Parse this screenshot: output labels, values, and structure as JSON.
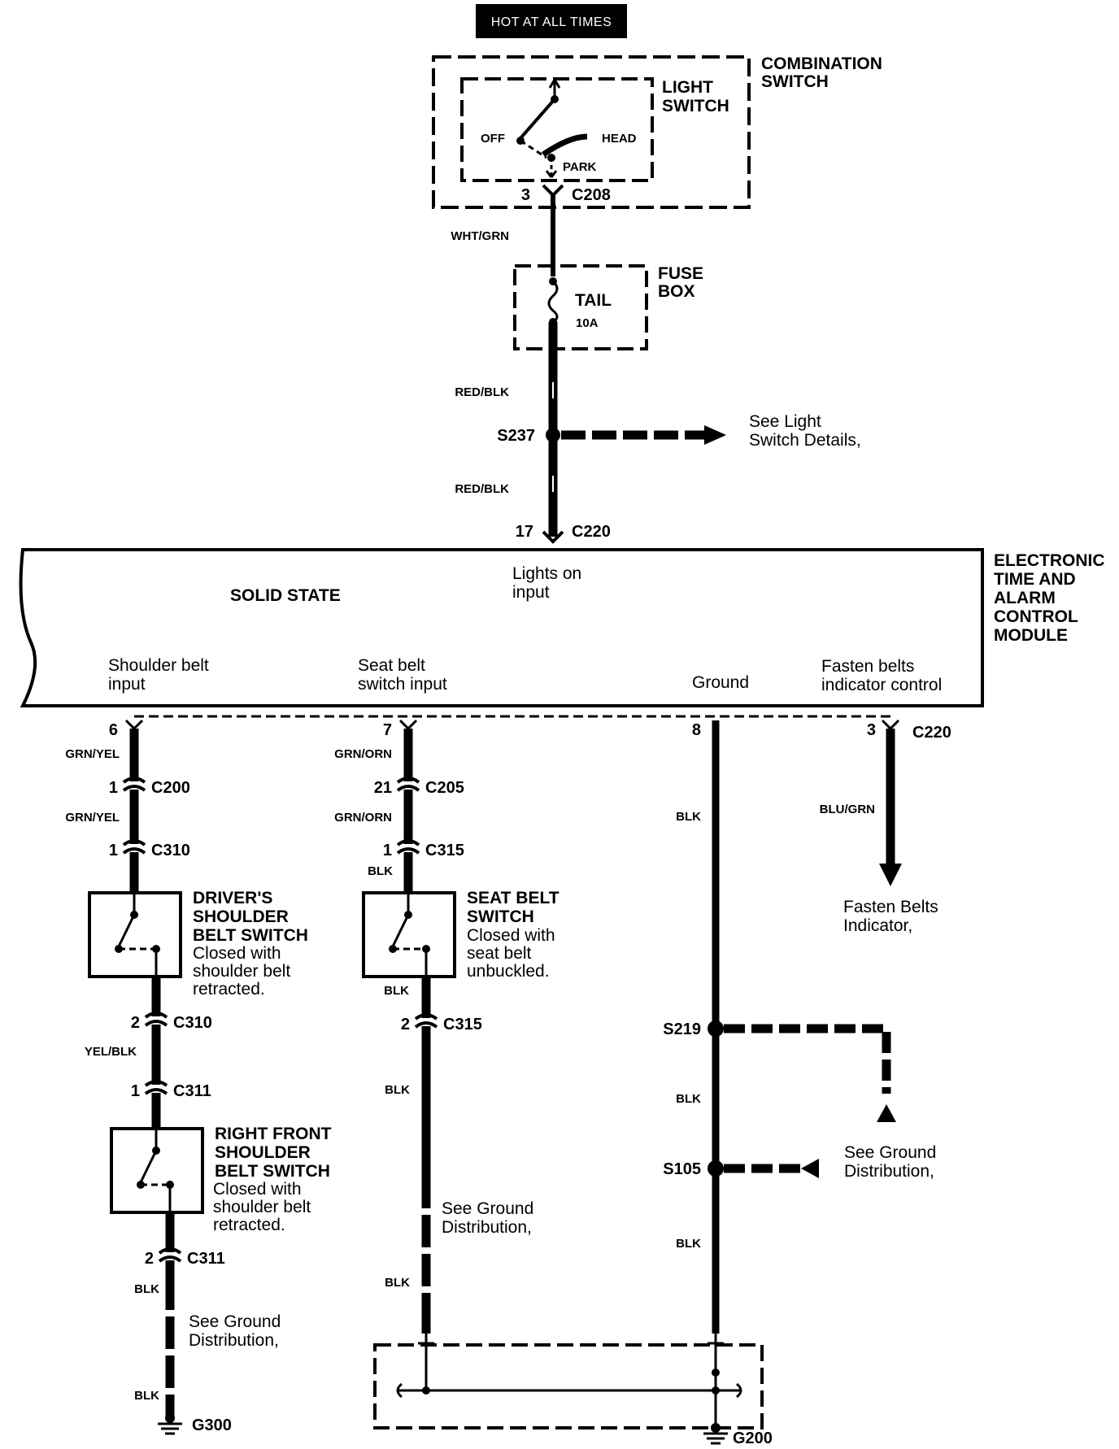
{
  "header": {
    "power_label": "HOT AT ALL TIMES"
  },
  "combination_switch": {
    "title_line1": "COMBINATION",
    "title_line2": "SWITCH",
    "light_switch_line1": "LIGHT",
    "light_switch_line2": "SWITCH",
    "pos_off": "OFF",
    "pos_head": "HEAD",
    "pos_park": "PARK",
    "pin": "3",
    "connector": "C208"
  },
  "fuse_box": {
    "title_line1": "FUSE",
    "title_line2": "BOX",
    "fuse_name": "TAIL",
    "fuse_rating": "10A"
  },
  "wires": {
    "wht_grn": "WHT/GRN",
    "red_blk_1": "RED/BLK",
    "red_blk_2": "RED/BLK",
    "grn_yel_1": "GRN/YEL",
    "grn_yel_2": "GRN/YEL",
    "grn_orn_1": "GRN/ORN",
    "grn_orn_2": "GRN/ORN",
    "blk_c315": "BLK",
    "blk_seat_out": "BLK",
    "blk_seat_mid": "BLK",
    "blk_seat_low": "BLK",
    "yel_blk": "YEL/BLK",
    "blk_right_1": "BLK",
    "blk_right_2": "BLK",
    "blk_gnd_1": "BLK",
    "blk_gnd_2": "BLK",
    "blk_gnd_3": "BLK",
    "blu_grn": "BLU/GRN"
  },
  "splices": {
    "s237": "S237",
    "s219": "S219",
    "s105": "S105",
    "s237_ref_line1": "See Light",
    "s237_ref_line2": "Switch Details,"
  },
  "module": {
    "top_pin": "17",
    "top_connector": "C220",
    "name_line1": "ELECTRONIC",
    "name_line2": "TIME AND",
    "name_line3": "ALARM",
    "name_line4": "CONTROL",
    "name_line5": "MODULE",
    "solid_state": "SOLID STATE",
    "lights_on_line1": "Lights on",
    "lights_on_line2": "input",
    "shoulder_line1": "Shoulder belt",
    "shoulder_line2": "input",
    "seatbelt_line1": "Seat belt",
    "seatbelt_line2": "switch input",
    "ground": "Ground",
    "fasten_line1": "Fasten belts",
    "fasten_line2": "indicator control",
    "pin_shoulder": "6",
    "pin_seatbelt": "7",
    "pin_ground": "8",
    "pin_fasten": "3",
    "bottom_connector": "C220"
  },
  "connectors": {
    "c200_pin": "1",
    "c200": "C200",
    "c310a_pin": "1",
    "c310a": "C310",
    "c205_pin": "21",
    "c205": "C205",
    "c315a_pin": "1",
    "c315a": "C315",
    "c310b_pin": "2",
    "c310b": "C310",
    "c315b_pin": "2",
    "c315b": "C315",
    "c311a_pin": "1",
    "c311a": "C311",
    "c311b_pin": "2",
    "c311b": "C311"
  },
  "drivers_switch": {
    "line1": "DRIVER'S",
    "line2": "SHOULDER",
    "line3": "BELT SWITCH",
    "note1": "Closed with",
    "note2": "shoulder belt",
    "note3": "retracted."
  },
  "seat_belt_switch": {
    "line1": "SEAT BELT",
    "line2": "SWITCH",
    "note1": "Closed with",
    "note2": "seat belt",
    "note3": "unbuckled."
  },
  "right_switch": {
    "line1": "RIGHT FRONT",
    "line2": "SHOULDER",
    "line3": "BELT SWITCH",
    "note1": "Closed with",
    "note2": "shoulder belt",
    "note3": "retracted."
  },
  "indicator": {
    "line1": "Fasten Belts",
    "line2": "Indicator,"
  },
  "ground_refs": {
    "seat_line1": "See Ground",
    "seat_line2": "Distribution,",
    "right_line1": "See Ground",
    "right_line2": "Distribution,",
    "s105_line1": "See Ground",
    "s105_line2": "Distribution,"
  },
  "grounds": {
    "g300": "G300",
    "g200": "G200"
  }
}
